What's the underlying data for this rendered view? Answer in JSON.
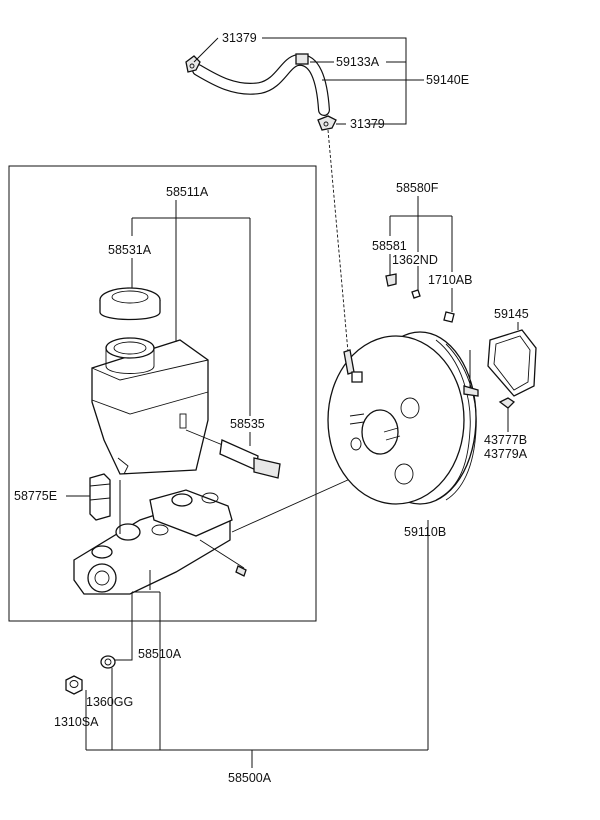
{
  "diagram": {
    "labels": {
      "p31379_top": "31379",
      "p59133A": "59133A",
      "p59140E": "59140E",
      "p31379_bot": "31379",
      "p58580F": "58580F",
      "p58581": "58581",
      "p1362ND": "1362ND",
      "p1710AB": "1710AB",
      "p59145": "59145",
      "p43777B": "43777B",
      "p43779A": "43779A",
      "p59110B": "59110B",
      "p58511A": "58511A",
      "p58531A": "58531A",
      "p58535": "58535",
      "p58775E": "58775E",
      "p58510A": "58510A",
      "p1360GG": "1360GG",
      "p1310SA": "1310SA",
      "p58500A": "58500A"
    }
  }
}
